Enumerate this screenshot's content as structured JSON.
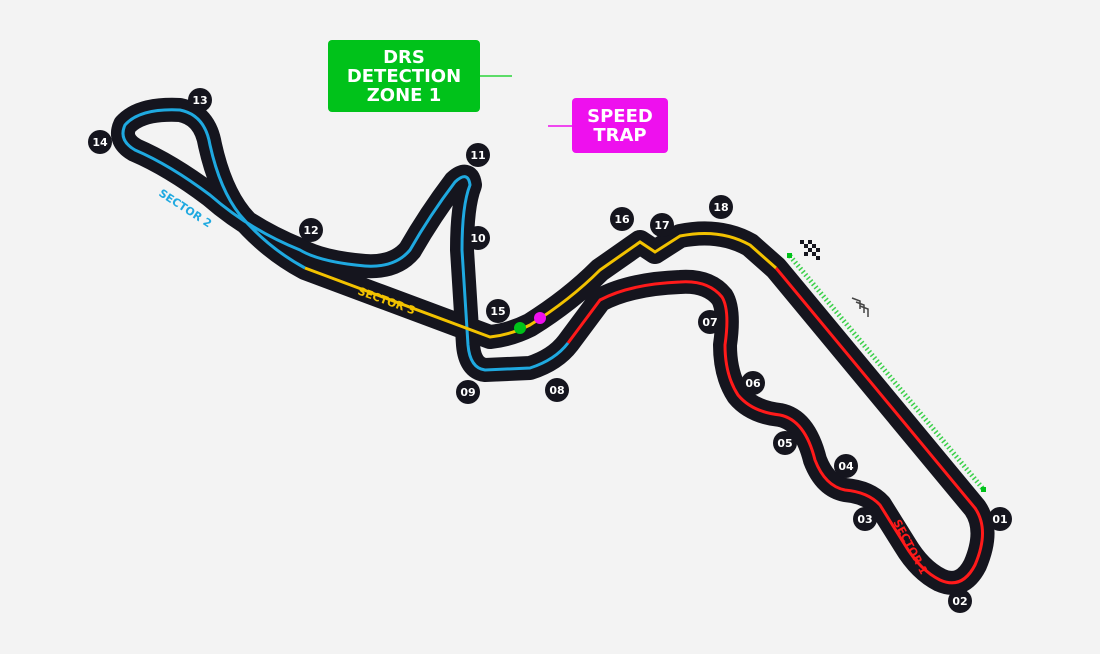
{
  "labels": {
    "drs": [
      "DRS",
      "DETECTION",
      "ZONE 1"
    ],
    "speed_trap": [
      "SPEED",
      "TRAP"
    ]
  },
  "sectors": [
    {
      "name": "SECTOR 1",
      "color": "#ff1a1a"
    },
    {
      "name": "SECTOR 2",
      "color": "#1fa9e0"
    },
    {
      "name": "SECTOR 3",
      "color": "#f2c200"
    }
  ],
  "turns": [
    "01",
    "02",
    "03",
    "04",
    "05",
    "06",
    "07",
    "08",
    "09",
    "10",
    "11",
    "12",
    "13",
    "14",
    "15",
    "16",
    "17",
    "18"
  ],
  "colors": {
    "track": "#15151e",
    "drs": "#00c21a",
    "speed_trap": "#ee10ee",
    "background": "#f3f3f3"
  },
  "icons": [
    "checkered-flag-icon",
    "direction-chevrons-icon"
  ]
}
